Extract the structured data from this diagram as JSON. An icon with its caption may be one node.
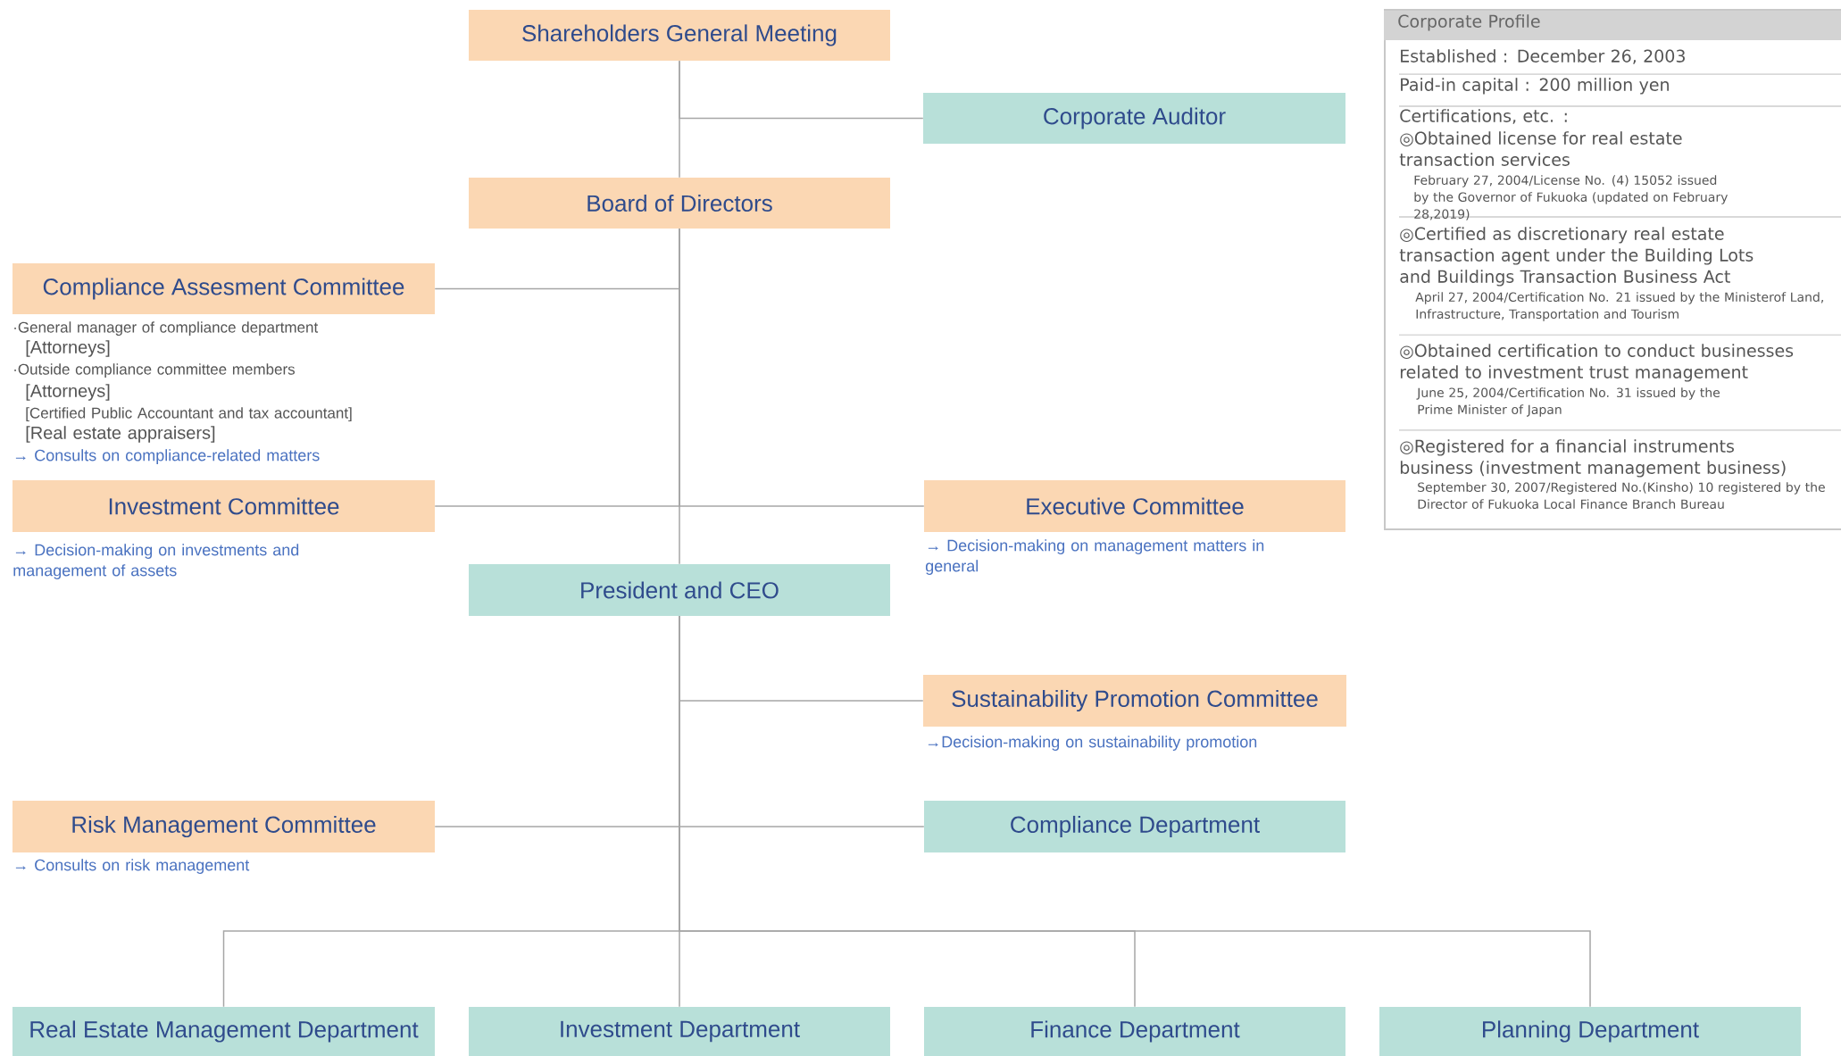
{
  "diagram": {
    "nodes": [
      {
        "text": [
          "Shareholders General Meeting"
        ]
      },
      {
        "text": [
          "Corporate Auditor"
        ]
      },
      {
        "text": [
          "Board of Directors"
        ]
      },
      {
        "text": [
          "Compliance Assesment Committee"
        ],
        "beside": [
          "·General manager of compliance department",
          "[Attorneys]",
          "·Outside compliance committee members",
          "[Attorneys]",
          "[Certified Public Accountant and tax accountant]",
          "[Real estate appraisers]",
          "→ Consults on compliance-related matters"
        ]
      },
      {
        "text": [
          "Investment Committee"
        ],
        "beside": [
          "→  Decision-making on investments and management of assets"
        ]
      },
      {
        "text": [
          "Executive Committee"
        ],
        "beside": [
          "→ Decision-making on management matters in general"
        ]
      },
      {
        "text": [
          "President and CEO"
        ]
      },
      {
        "text": [
          "Sustainability Promotion Committee"
        ],
        "beside": [
          "→Decision-making on sustainability promotion"
        ]
      },
      {
        "text": [
          "Risk Management Committee"
        ],
        "beside": [
          "→ Consults on risk management"
        ]
      },
      {
        "text": [
          "Compliance Department"
        ]
      },
      {
        "text": [
          "Real Estate Management Department"
        ]
      },
      {
        "text": [
          "Investment Department"
        ]
      },
      {
        "text": [
          "Finance Department"
        ]
      },
      {
        "text": [
          "Planning Department"
        ]
      },
      {
        "text": [
          "Corporate Profile",
          "Established : December 26, 2003",
          "Paid-in capital : 200 million yen",
          "Certifications, etc. :",
          "◎Obtained license for real estate transaction services",
          "February 27, 2004/License No. (4) 15052 issued by the Governor of Fukuoka (updated on February 28,2019)",
          "◎Certified as discretionary real estate transaction agent under the Building Lots and Buildings Transaction Business Act",
          "April 27, 2004/Certification No. 21 issued by the Ministerof Land, Infrastructure, Transportation and Tourism",
          "◎Obtained certification to conduct businesses related to investment trust management",
          "June 25, 2004/Certification No. 31 issued by the Prime Minister of Japan",
          "◎Registered for a financial instruments business (investment management business)",
          "September 30, 2007/Registered No.(Kinsho) 10 registered by the Director of Fukuoka Local Finance Branch Bureau"
        ]
      }
    ],
    "edges": [
      {
        "from": 0,
        "to": 1,
        "arrow": "none"
      },
      {
        "from": 0,
        "to": 2,
        "arrow": "none"
      },
      {
        "from": 2,
        "to": 3,
        "arrow": "none"
      },
      {
        "from": 2,
        "to": 4,
        "arrow": "none"
      },
      {
        "from": 2,
        "to": 5,
        "arrow": "none"
      },
      {
        "from": 2,
        "to": 6,
        "arrow": "none"
      },
      {
        "from": 6,
        "to": 7,
        "arrow": "none"
      },
      {
        "from": 6,
        "to": 8,
        "arrow": "none"
      },
      {
        "from": 6,
        "to": 9,
        "arrow": "none"
      },
      {
        "from": 6,
        "to": 10,
        "arrow": "none"
      },
      {
        "from": 6,
        "to": 11,
        "arrow": "none"
      },
      {
        "from": 6,
        "to": 12,
        "arrow": "none"
      },
      {
        "from": 6,
        "to": 13,
        "arrow": "none"
      }
    ]
  }
}
